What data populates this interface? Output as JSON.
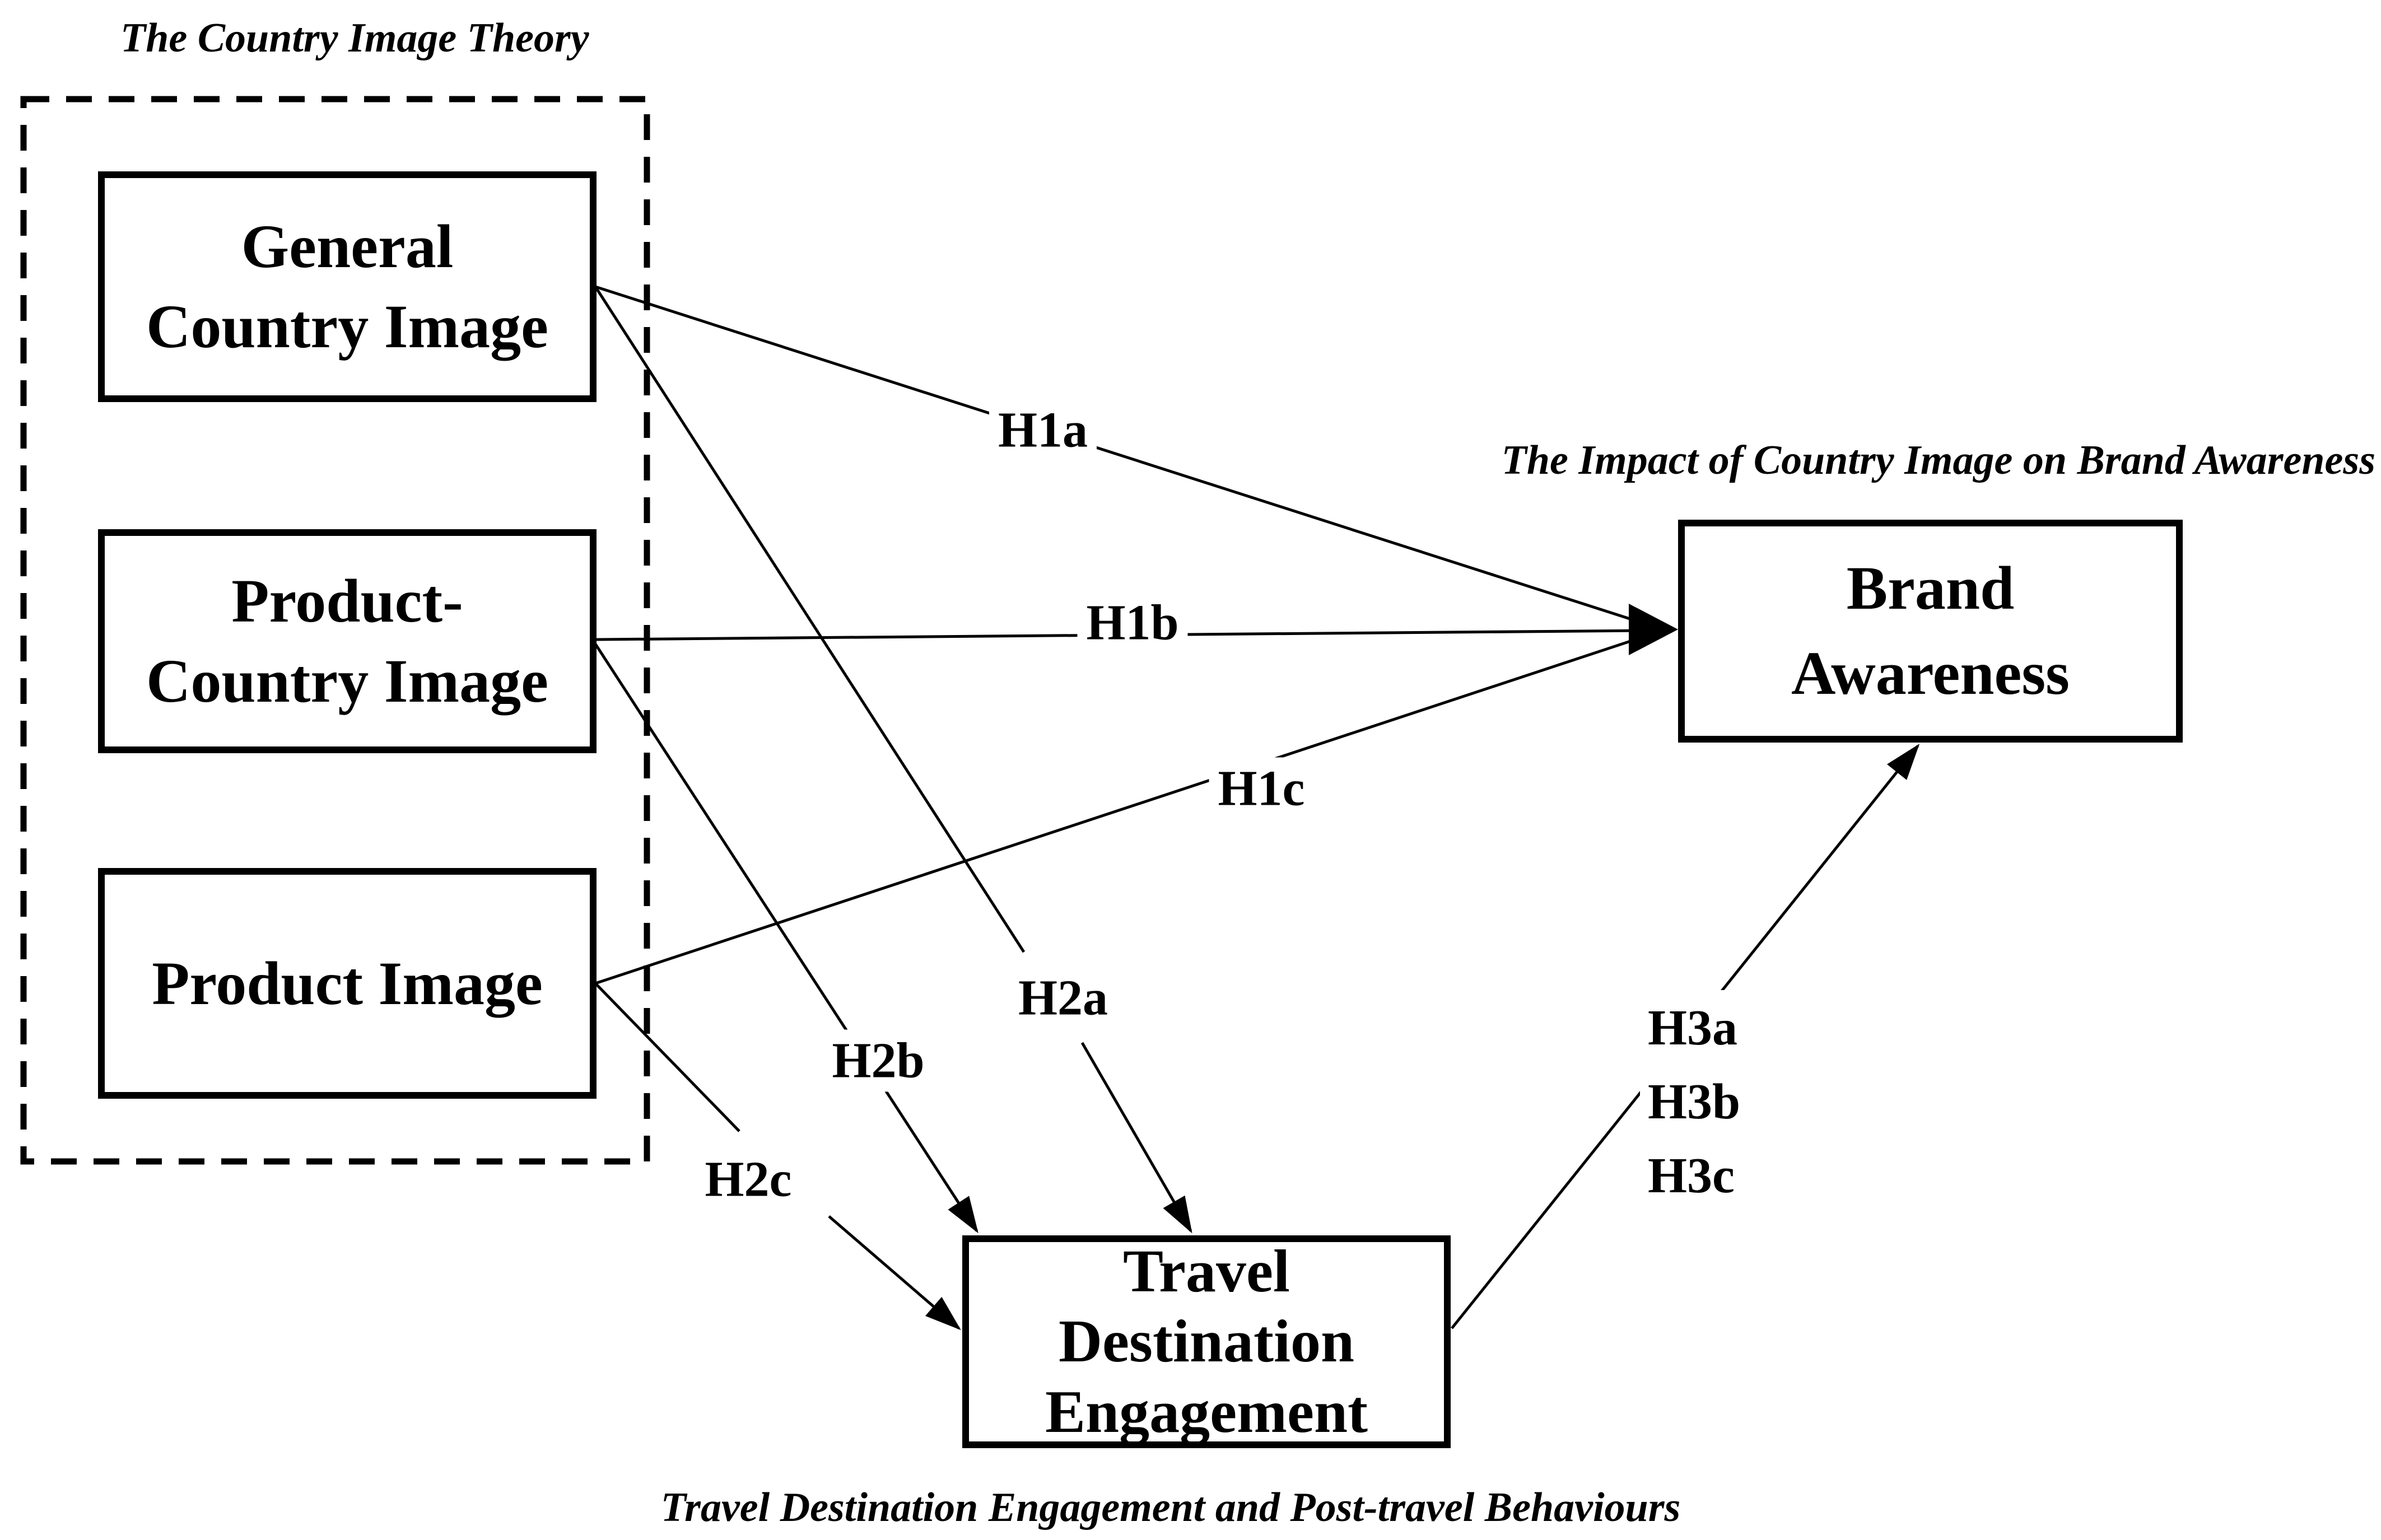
{
  "figure": {
    "captions": {
      "theory": "The Country Image Theory",
      "impact": "The Impact of Country Image on Brand Awareness",
      "post_travel": "Travel Destination Engagement and Post-travel Behaviours"
    },
    "nodes": {
      "general_country_image": {
        "lines": [
          "General",
          "Country Image"
        ]
      },
      "product_country_image": {
        "lines": [
          "Product-",
          "Country Image"
        ]
      },
      "product_image": {
        "lines": [
          "Product Image"
        ]
      },
      "brand_awareness": {
        "lines": [
          "Brand",
          "Awareness"
        ]
      },
      "travel_destination_engagement": {
        "lines": [
          "Travel",
          "Destination",
          "Engagement"
        ]
      }
    },
    "hypotheses": {
      "h1a": "H1a",
      "h1b": "H1b",
      "h1c": "H1c",
      "h2a": "H2a",
      "h2b": "H2b",
      "h2c": "H2c",
      "h3a": "H3a",
      "h3b": "H3b",
      "h3c": "H3c"
    },
    "colors": {
      "ink": "#000000",
      "background": "#ffffff"
    }
  }
}
